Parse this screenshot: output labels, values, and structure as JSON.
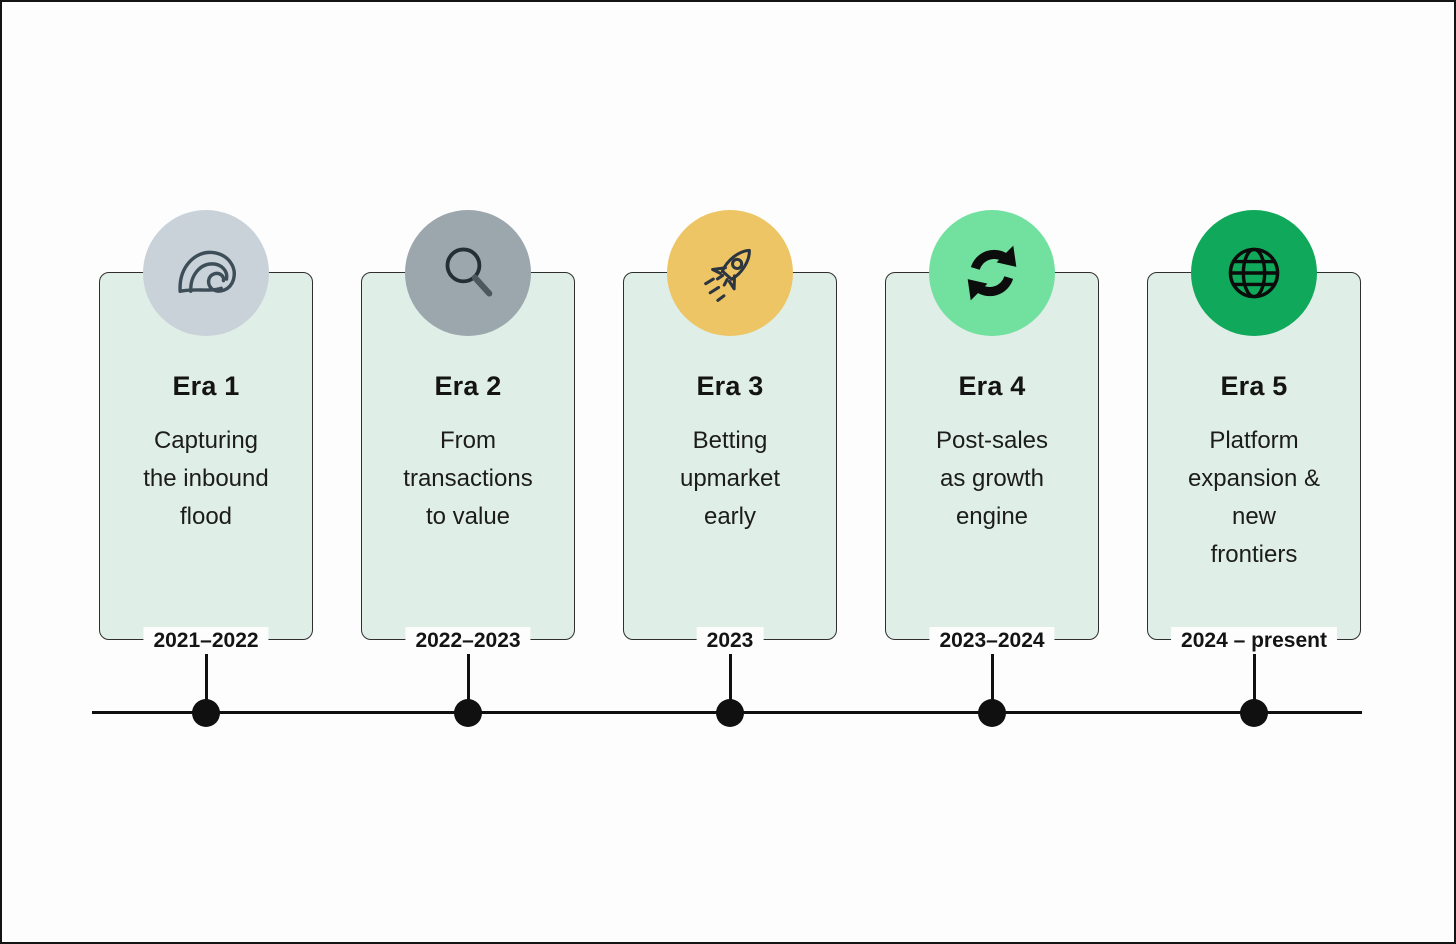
{
  "page": {
    "background_color": "#fdfdfd",
    "frame_border_color": "#141414",
    "card_fill_color": "#dfeee7",
    "card_border_color": "#2f2f2f",
    "timeline_color": "#101010"
  },
  "timeline": {
    "eras": [
      {
        "title": "Era 1",
        "description": "Capturing\nthe inbound\nflood",
        "date": "2021–2022",
        "icon": "wave-icon",
        "icon_bg": "#c9d2d9",
        "icon_stroke": "#3e4e58"
      },
      {
        "title": "Era 2",
        "description": "From\ntransactions\nto value",
        "date": "2022–2023",
        "icon": "magnifier-icon",
        "icon_bg": "#9ba6ad",
        "icon_stroke": "#232e36"
      },
      {
        "title": "Era 3",
        "description": "Betting\nupmarket\nearly",
        "date": "2023",
        "icon": "rocket-icon",
        "icon_bg": "#eec565",
        "icon_stroke": "#2c3640"
      },
      {
        "title": "Era 4",
        "description": "Post-sales\nas growth\nengine",
        "date": "2023–2024",
        "icon": "refresh-arrows-icon",
        "icon_bg": "#72e09f",
        "icon_stroke": "#0c0c0c"
      },
      {
        "title": "Era 5",
        "description": "Platform\nexpansion &\nnew\nfrontiers",
        "date": "2024 – present",
        "icon": "globe-icon",
        "icon_bg": "#10a85a",
        "icon_stroke": "#0b0b0b"
      }
    ]
  }
}
